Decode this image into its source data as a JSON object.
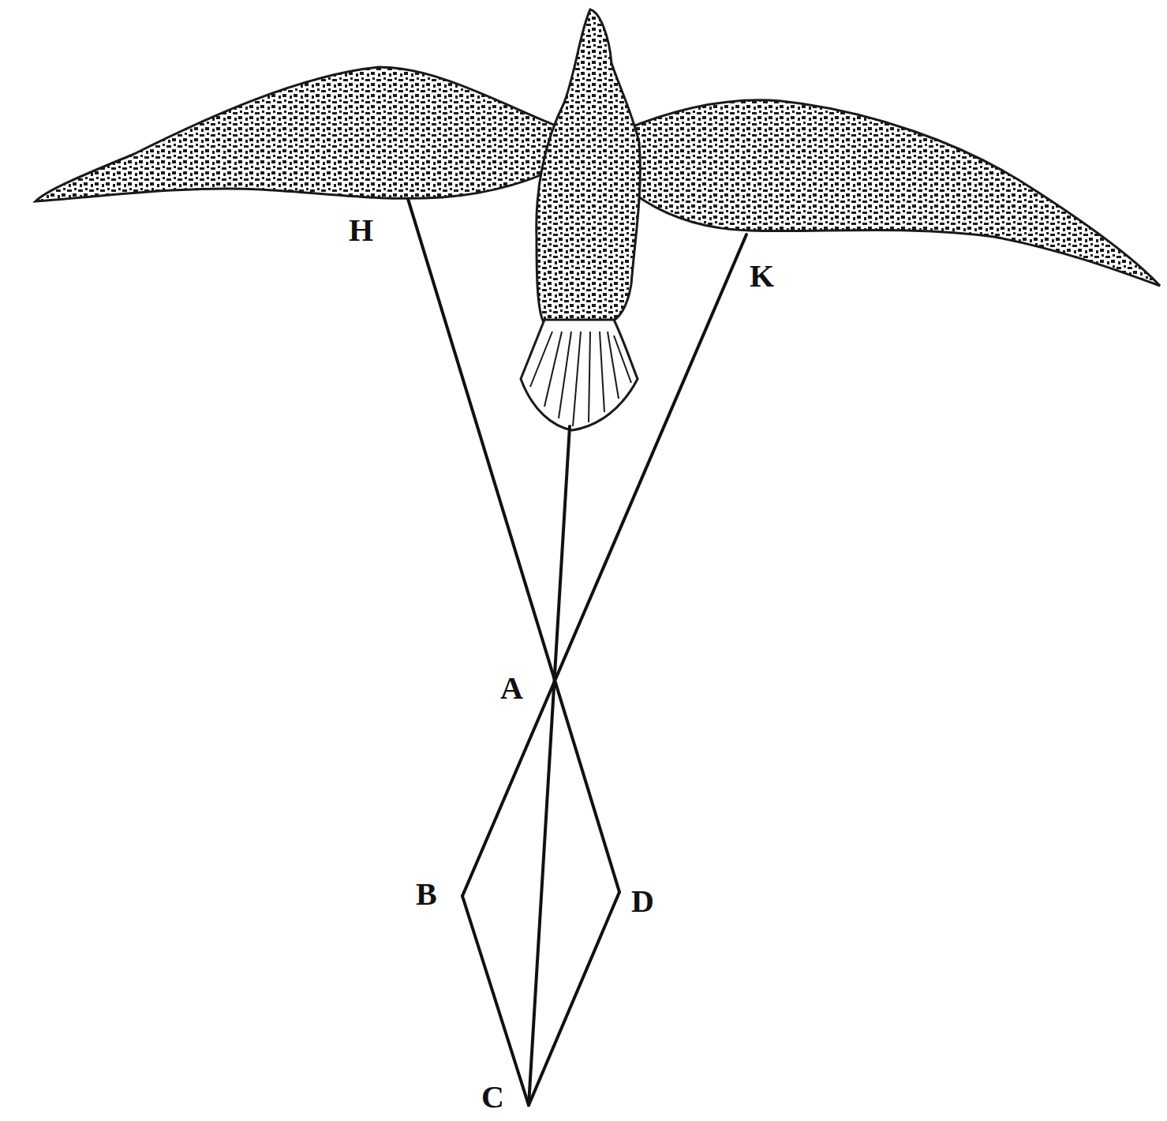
{
  "diagram": {
    "labels": [
      "H",
      "K",
      "A",
      "B",
      "D",
      "C"
    ]
  }
}
